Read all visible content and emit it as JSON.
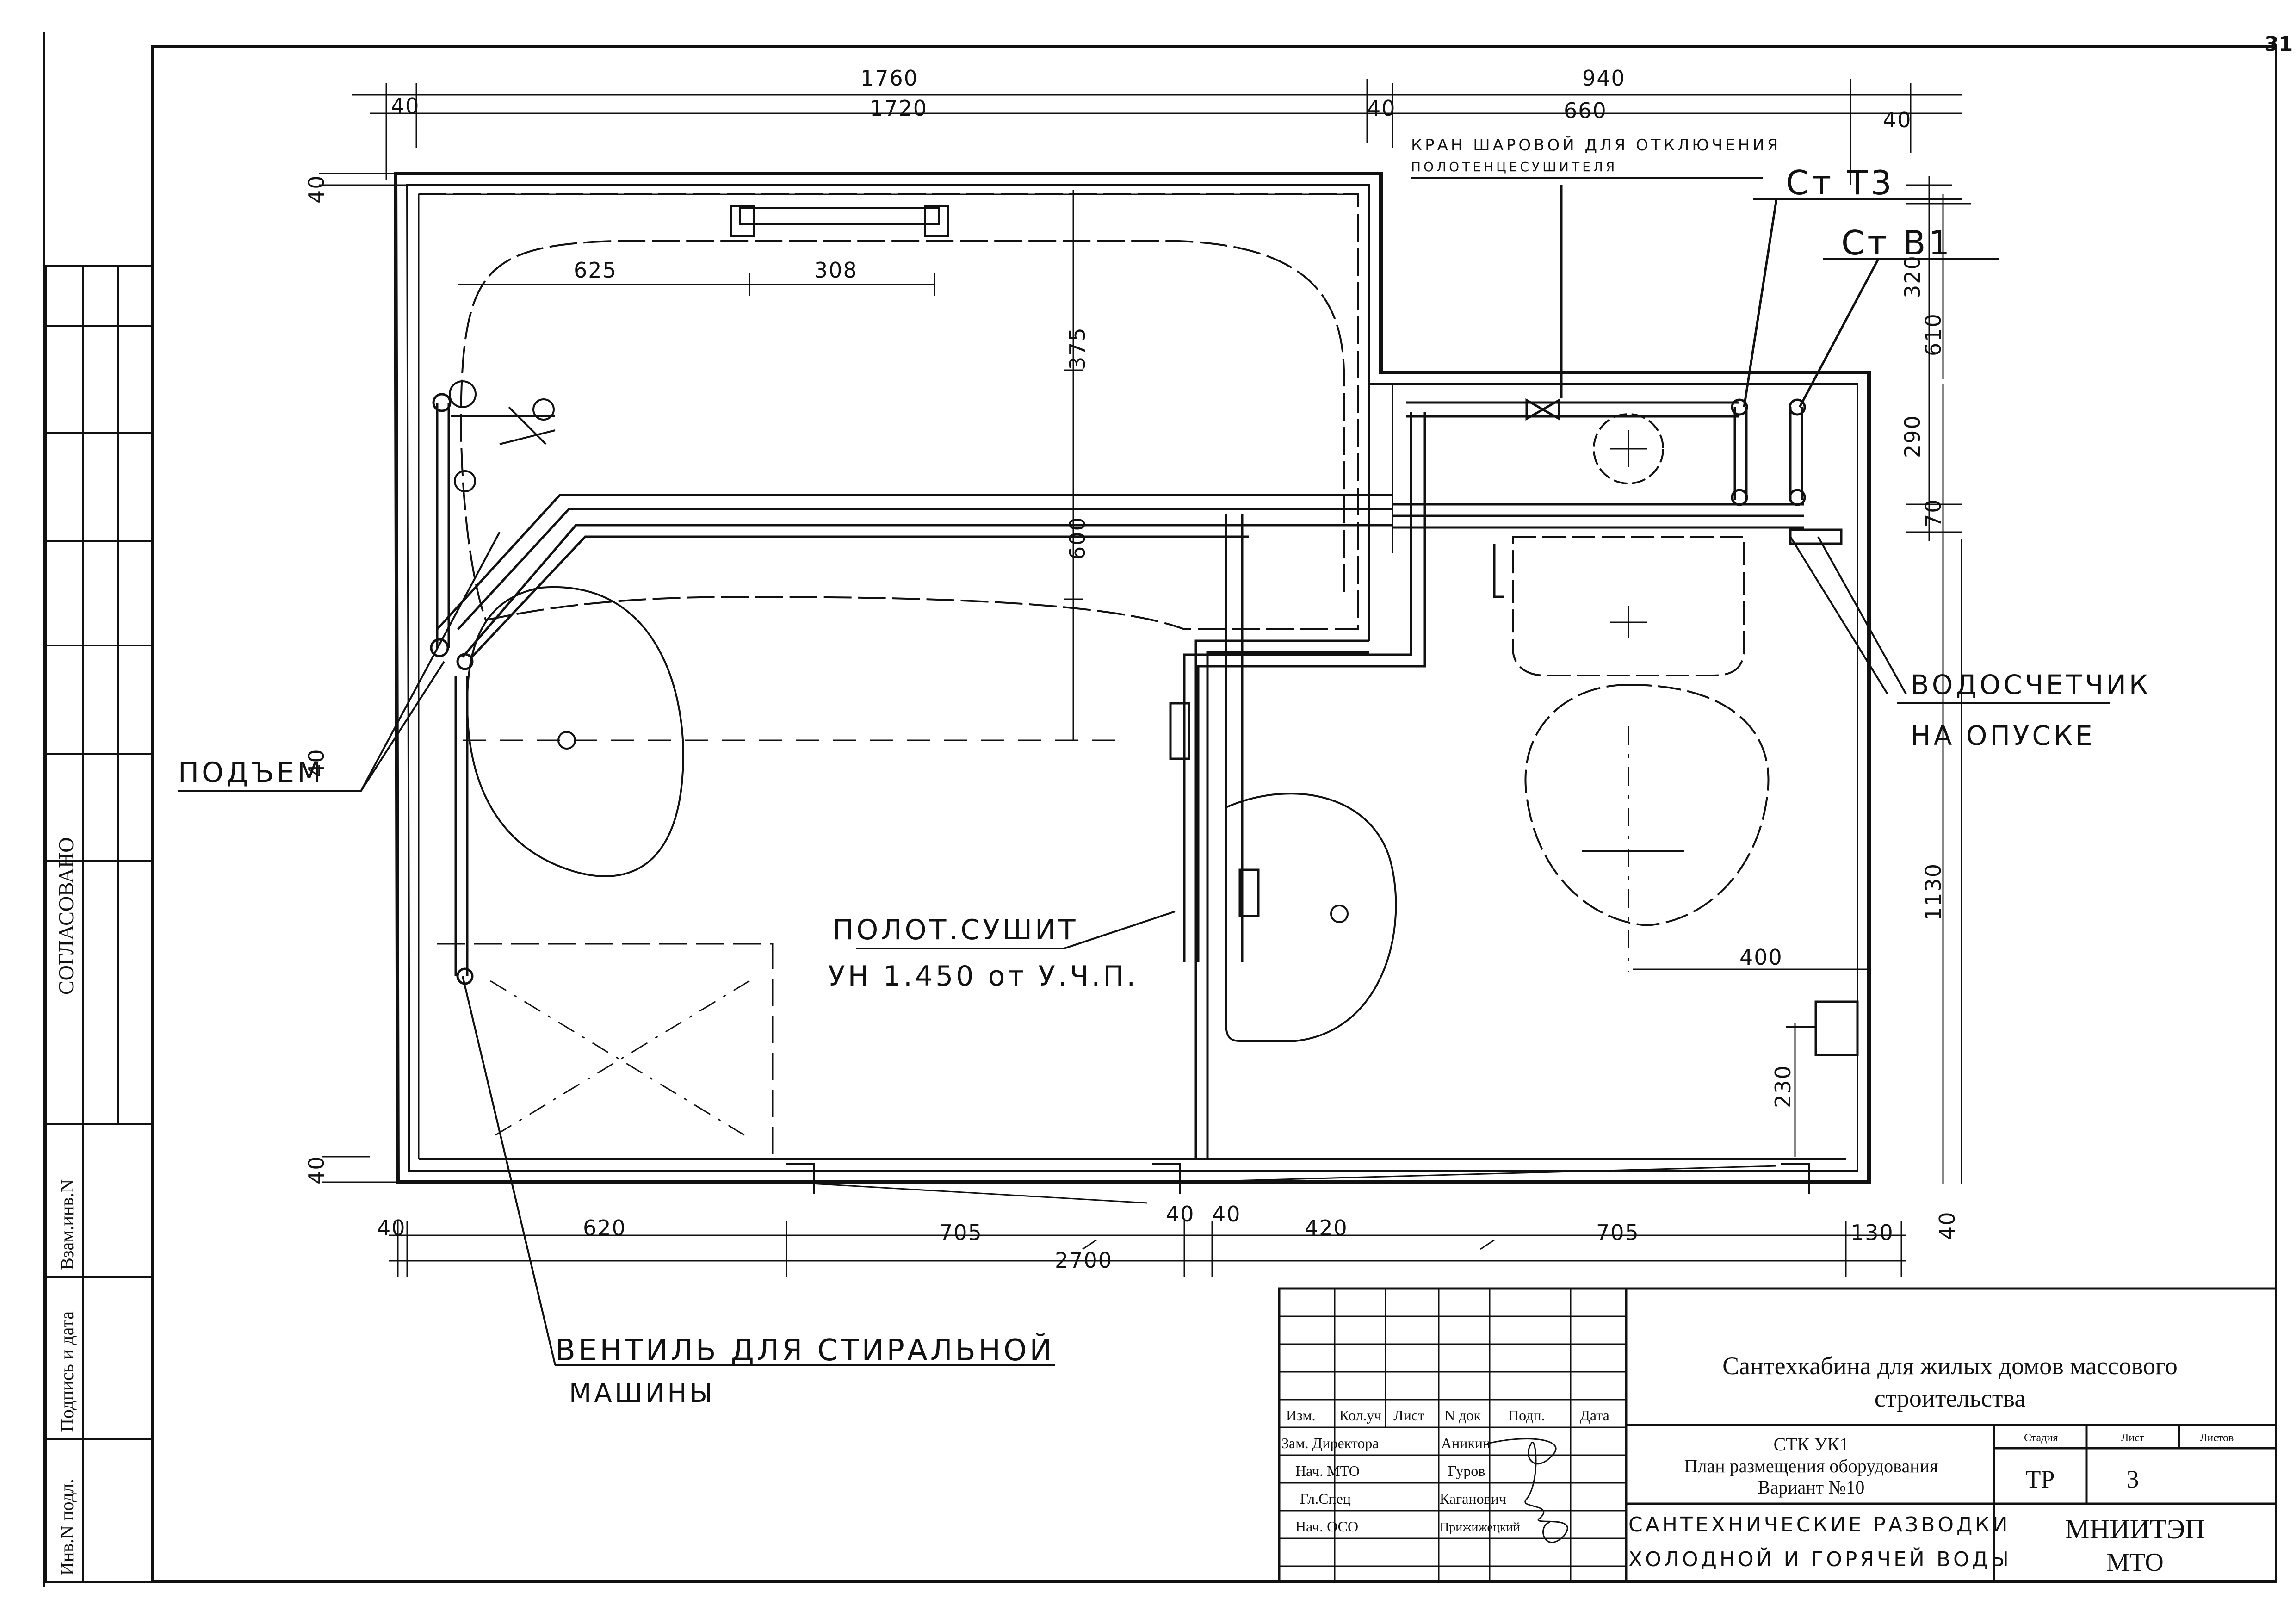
{
  "sheet_number": "31",
  "dimensions": {
    "top_total_left": "1760",
    "top_total_right": "940",
    "top_40_left": "40",
    "top_inner_left": "1720",
    "top_40_mid": "40",
    "top_inner_right": "660",
    "top_40_right": "40",
    "left_top_40": "40",
    "tub_625": "625",
    "tub_308": "308",
    "v_375": "375",
    "v_600": "600",
    "right_320": "320",
    "right_610": "610",
    "right_290": "290",
    "right_70": "70",
    "right_1130": "1130",
    "right_40": "40",
    "left_40_side": "40",
    "left_bottom_40": "40",
    "dim_400": "400",
    "dim_230": "230",
    "bottom_40a": "40",
    "bottom_620": "620",
    "bottom_705a": "705",
    "bottom_40b": "40",
    "bottom_40c": "40",
    "bottom_420": "420",
    "bottom_705b": "705",
    "bottom_130": "130",
    "bottom_total": "2700"
  },
  "labels": {
    "valve_note_line1": "КРАН ШАРОВОЙ ДЛЯ ОТКЛЮЧЕНИЯ",
    "valve_note_line2": "ПОЛОТЕНЦЕСУШИТЕЛЯ",
    "riser_t3": "Ст Т3",
    "riser_b1": "Ст В1",
    "water_meter_line1": "ВОДОСЧЕТЧИК",
    "water_meter_line2": "НА ОПУСКЕ",
    "riser_up": "ПОДЪЕМ",
    "towel_dryer_line1": "ПОЛОТ.СУШИТ",
    "towel_dryer_line2": "УН 1.450 от У.Ч.П.",
    "washer_valve_line1": "ВЕНТИЛЬ ДЛЯ СТИРАЛЬНОЙ",
    "washer_valve_line2": "МАШИНЫ"
  },
  "left_stamp": {
    "agreed": "СОГЛАСОВАНО",
    "replaced_inv": "Взам.инв.N",
    "signature_date": "Подпись и дата",
    "original_inv": "Инв.N подл."
  },
  "title_block": {
    "headers": [
      "Изм.",
      "Кол.уч",
      "Лист",
      "N док",
      "Подп.",
      "Дата"
    ],
    "roles": [
      {
        "role": "Зам. Директора",
        "name": "Аникин"
      },
      {
        "role": "Нач. МТО",
        "name": "Гуров"
      },
      {
        "role": "Гл.Спец",
        "name": "Каганович"
      },
      {
        "role": "Нач. ОСО",
        "name": "Прижижецкий"
      }
    ],
    "project_title_line1": "Сантехкабина для жилых домов массового",
    "project_title_line2": "строительства",
    "code": "СТК УК1",
    "drawing_title_line1": "План размещения оборудования",
    "drawing_title_line2": "Вариант №10",
    "sheet_title_line1": "САНТЕХНИЧЕСКИЕ РАЗВОДКИ",
    "sheet_title_line2": "ХОЛОДНОЙ И ГОРЯЧЕЙ ВОДЫ",
    "stage_label": "Стадия",
    "sheet_label": "Лист",
    "sheets_label": "Листов",
    "stage_value": "ТР",
    "sheet_value": "3",
    "org_line1": "МНИИТЭП",
    "org_line2": "МТО"
  }
}
